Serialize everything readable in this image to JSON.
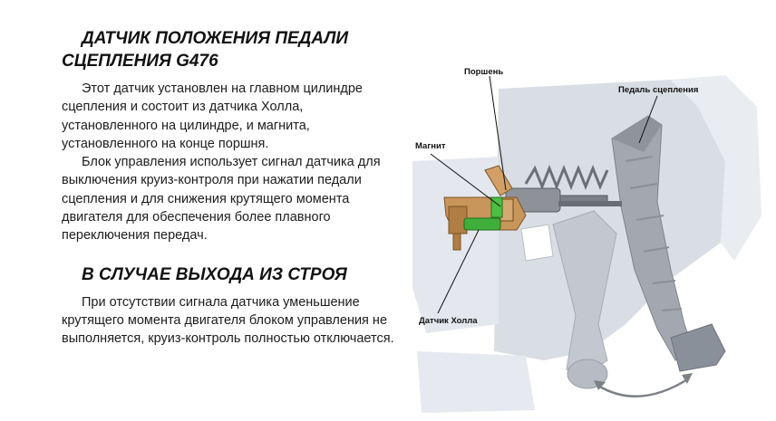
{
  "section1": {
    "title_line1": "ДАТЧИК ПОЛОЖЕНИЯ ПЕДАЛИ",
    "title_line2": "СЦЕПЛЕНИЯ G476",
    "paragraphs": [
      "Этот датчик установлен на главном цилиндре сцепления и состоит из датчика Холла, установленного на цилиндре, и магнита, установленного на конце поршня.",
      "Блок управления использует сигнал датчика для выключения круиз-контроля при нажатии педали сцепления и для снижения крутящего момента двигателя для обеспечения более плавного переключения передач."
    ]
  },
  "section2": {
    "title": "В СЛУЧАЕ ВЫХОДА ИЗ СТРОЯ",
    "paragraphs": [
      "При отсутствии сигнала датчика уменьшение крутящего момента двигателя блоком управления не выполняется, круиз-контроль полностью отключается."
    ]
  },
  "figure": {
    "labels": {
      "piston": "Поршень",
      "pedal": "Педаль сцепления",
      "magnet": "Магнит",
      "hall_sensor": "Датчик Холла"
    },
    "colors": {
      "magnet": "#c8955a",
      "hall_sensor": "#3fae3a",
      "pedal": "#9ca0a8",
      "background_body": "#d6dbe2"
    }
  }
}
